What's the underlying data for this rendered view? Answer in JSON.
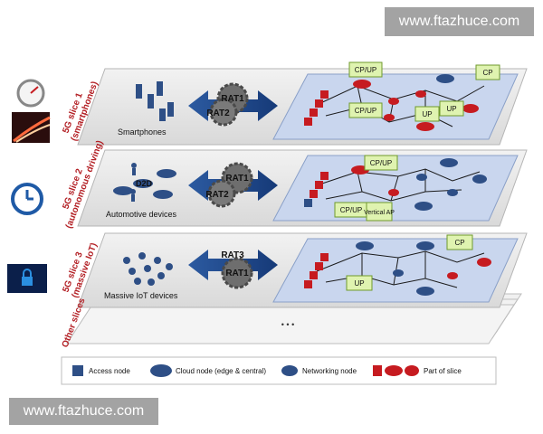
{
  "watermark": {
    "top": "www.ftazhuce.com",
    "bottom": "www.ftazhuce.com"
  },
  "colors": {
    "slice_red": "#c61b20",
    "node_blue": "#2e4f86",
    "cpup_green": "#dff3b0",
    "panel_blue": "#c9d6ee",
    "slice_label": "#b32025"
  },
  "slices": [
    {
      "title": "5G slice 1",
      "subtitle": "(smartphones)",
      "devices_label": "Smartphones",
      "rat_top": "RAT1",
      "rat_bottom": "RAT2",
      "d2d": "",
      "boxes": [
        "CP/UP",
        "CP/UP",
        "UP",
        "UP",
        "CP"
      ],
      "icon": "speedometer-icon"
    },
    {
      "title": "5G slice 2",
      "subtitle": "(autonomous driving)",
      "devices_label": "Automotive devices",
      "rat_top": "RAT1",
      "rat_bottom": "RAT2",
      "d2d": "D2D",
      "boxes": [
        "CP/UP",
        "CP/UP"
      ],
      "vertical_ap": "Vertical AP",
      "icon": "clock-icon"
    },
    {
      "title": "5G slice 3",
      "subtitle": "(massive IoT)",
      "devices_label": "Massive IoT devices",
      "rat_top": "RAT3",
      "rat_bottom": "RAT1",
      "d2d": "",
      "boxes": [
        "UP",
        "CP"
      ],
      "icon": "padlock-icon"
    }
  ],
  "other_slices": "Other slices",
  "ellipsis": "• • •",
  "legend": {
    "access_node": "Access node",
    "cloud_node": "Cloud node (edge & central)",
    "networking_node": "Networking node",
    "part_of_slice": "Part of slice"
  }
}
